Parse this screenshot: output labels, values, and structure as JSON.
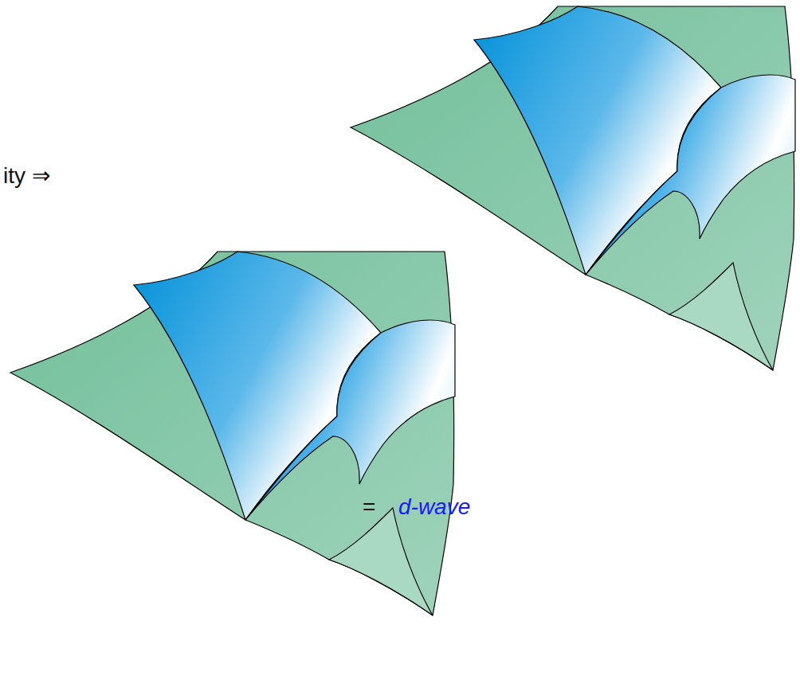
{
  "diagram": {
    "labels": [
      "ity ⇒",
      "=",
      "d-wave"
    ]
  }
}
